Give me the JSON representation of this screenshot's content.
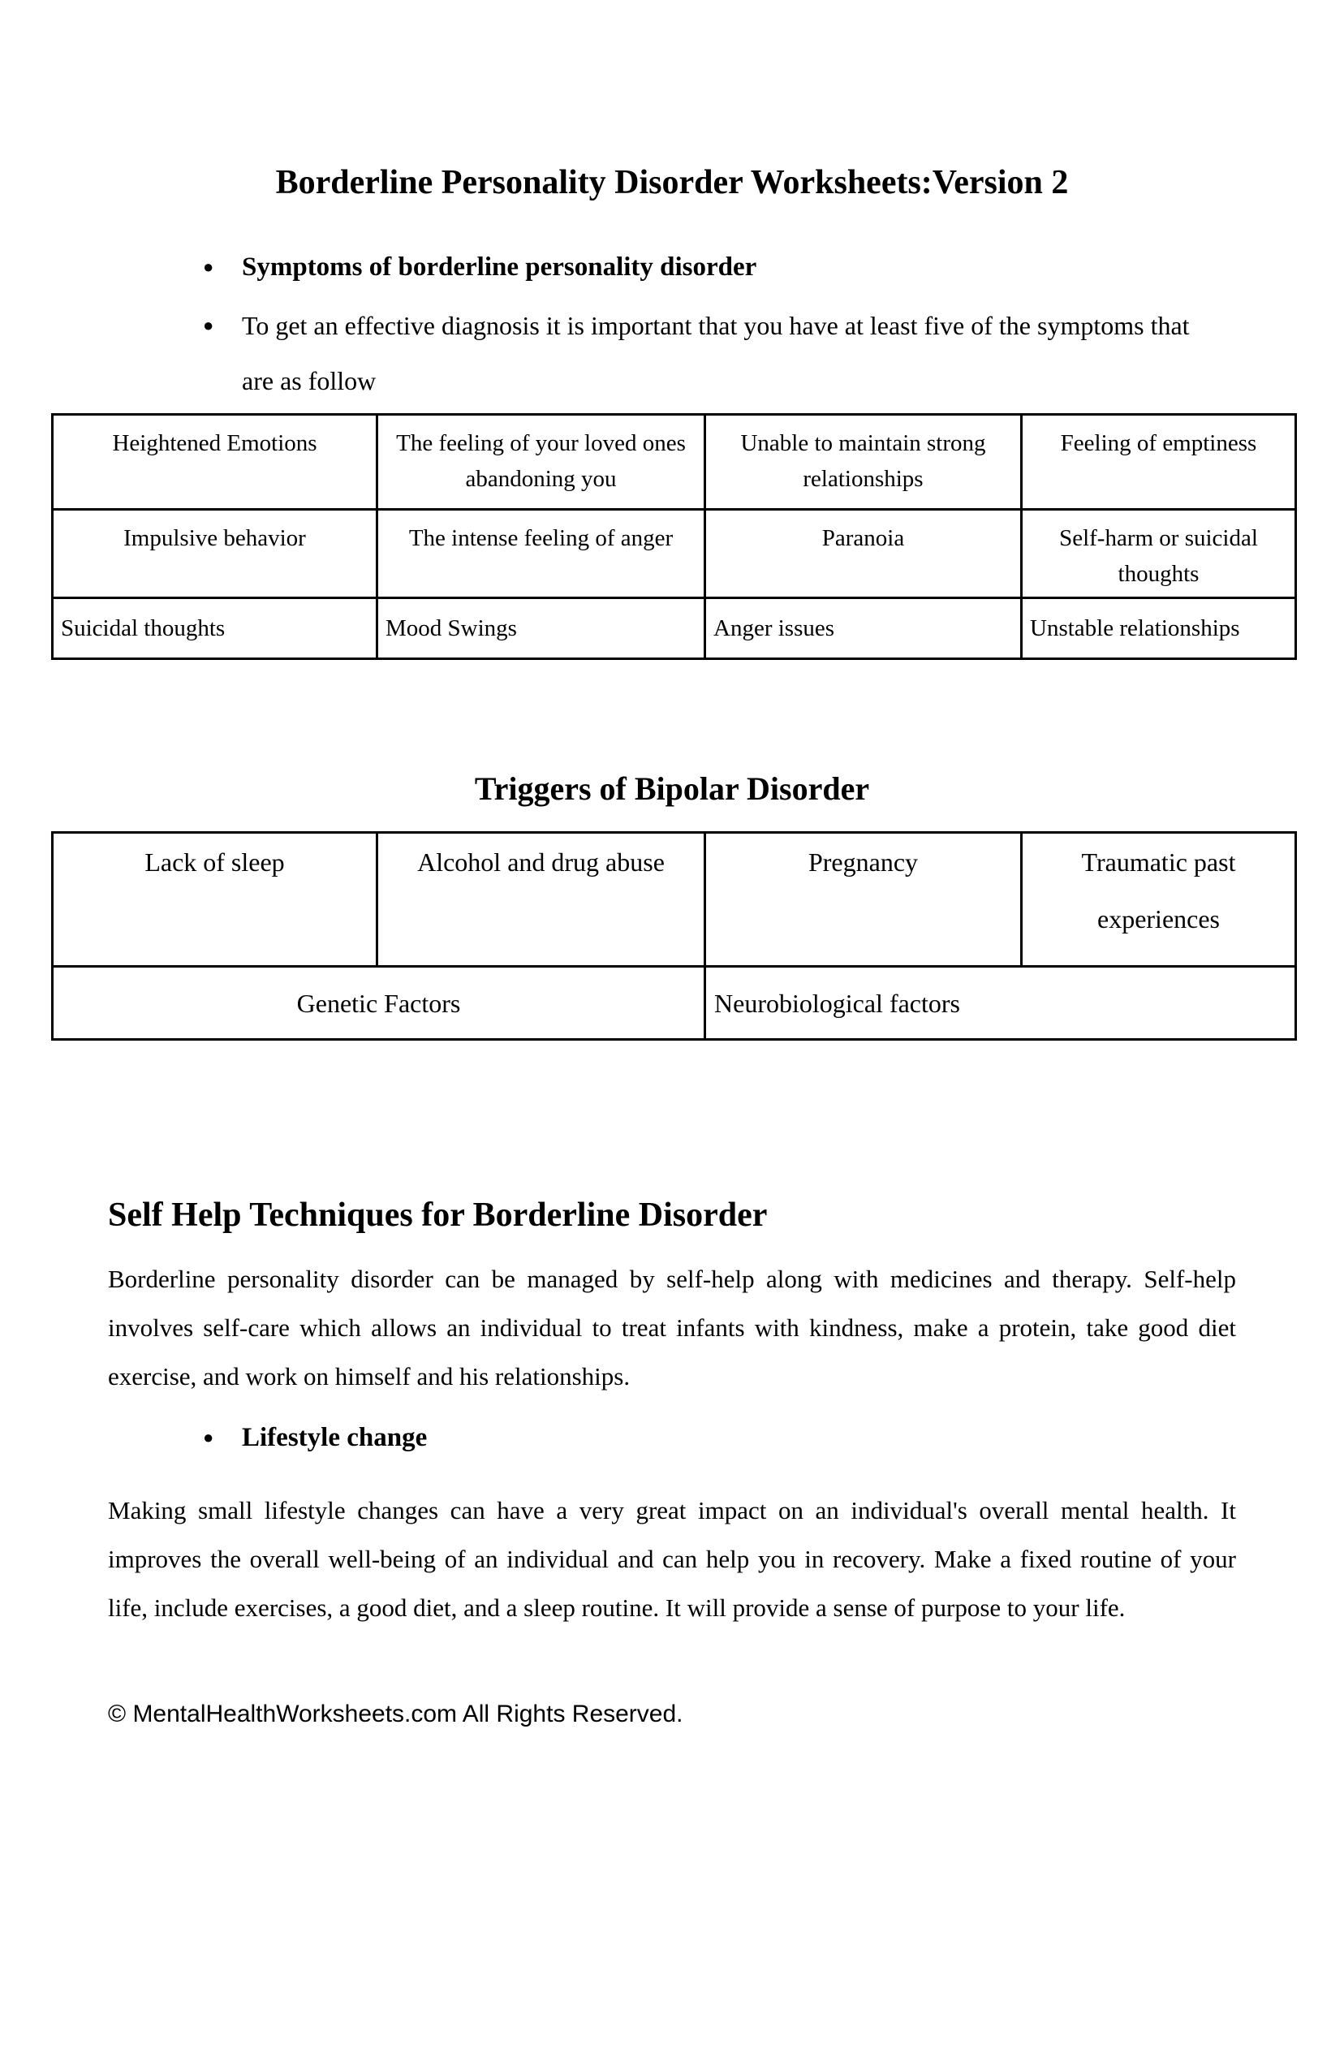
{
  "document": {
    "title": "Borderline Personality Disorder Worksheets:Version 2",
    "symptoms_section": {
      "bullet1": "Symptoms of borderline personality disorder",
      "bullet2": "To get an effective diagnosis it is important that you have at least five of the symptoms that are as follow",
      "table": {
        "rows": [
          [
            "Heightened Emotions",
            "The feeling of your loved ones abandoning you",
            "Unable to maintain strong relationships",
            "Feeling of emptiness"
          ],
          [
            "Impulsive behavior",
            "The intense feeling of anger",
            "Paranoia",
            "Self-harm or suicidal thoughts"
          ],
          [
            "Suicidal thoughts",
            "Mood Swings",
            "Anger issues",
            "Unstable relationships"
          ]
        ]
      }
    },
    "triggers_section": {
      "heading": "Triggers of Bipolar Disorder",
      "table": {
        "row1": [
          "Lack of sleep",
          "Alcohol and drug abuse",
          "Pregnancy",
          "Traumatic past experiences"
        ],
        "row2": [
          "Genetic Factors",
          "Neurobiological factors"
        ]
      }
    },
    "selfhelp_section": {
      "heading": "Self Help Techniques for Borderline Disorder",
      "intro": "Borderline personality disorder can be managed by self-help along with medicines and therapy.  Self-help involves self-care which allows an individual to treat infants with kindness,  make a protein, take good diet exercise, and work on himself and his relationships.",
      "bullet": "Lifestyle change",
      "body": "Making small lifestyle changes can have a very great impact on an individual's overall mental health. It improves the overall well-being of an individual and can help you in recovery. Make a fixed routine of your life, include exercises, a good diet, and a sleep routine.  It will provide a sense of purpose to your life."
    },
    "footer": "© MentalHealthWorksheets.com All Rights Reserved."
  },
  "icons": {
    "bullet": "●"
  },
  "colors": {
    "text": "#000000",
    "background": "#ffffff",
    "table_border": "#000000"
  }
}
